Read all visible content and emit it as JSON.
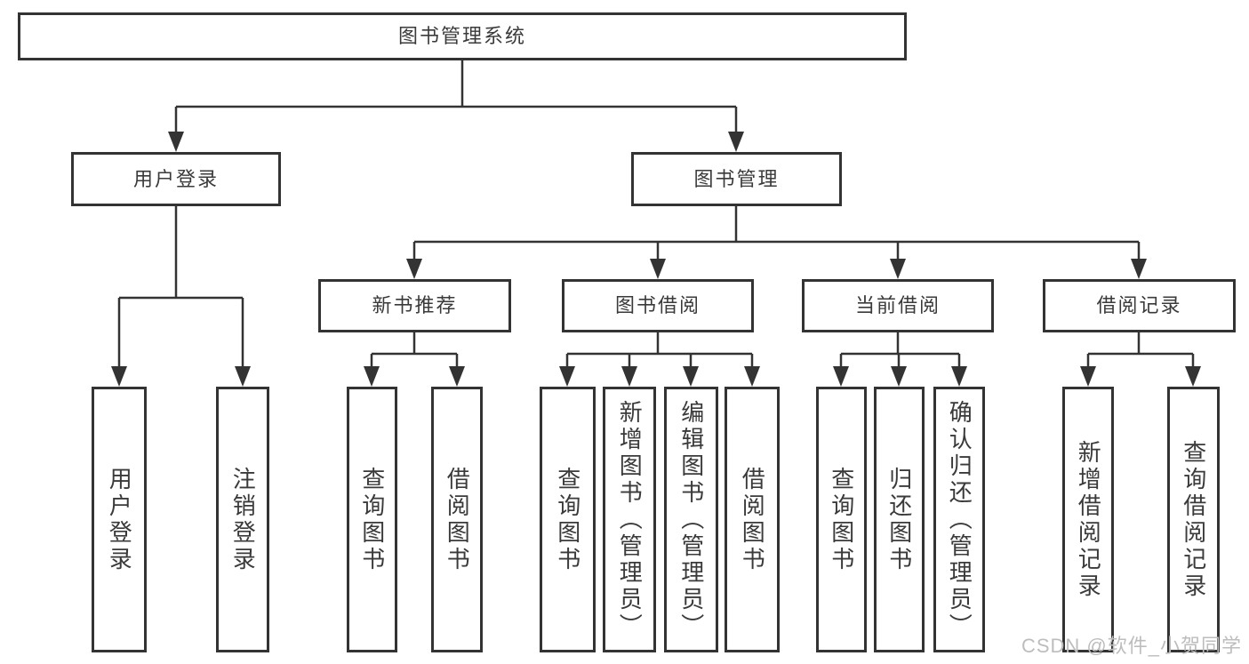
{
  "diagram_title": "图书管理系统",
  "nodes": {
    "root": {
      "label": "图书管理系统"
    },
    "user_login": {
      "label": "用户登录",
      "children": [
        "用户登录",
        "注销登录"
      ]
    },
    "book_mgmt": {
      "label": "图书管理"
    },
    "new_book": {
      "label": "新书推荐",
      "children": [
        "查询图书",
        "借阅图书"
      ]
    },
    "borrow": {
      "label": "图书借阅",
      "children": [
        "查询图书",
        "新增图书（管理员）",
        "编辑图书（管理员）",
        "借阅图书"
      ]
    },
    "current": {
      "label": "当前借阅",
      "children": [
        "查询图书",
        "归还图书",
        "确认归还（管理员）"
      ]
    },
    "records": {
      "label": "借阅记录",
      "children": [
        "新增借阅记录",
        "查询借阅记录"
      ]
    }
  },
  "watermark": {
    "text": "CSDN @软件_小贺同学"
  },
  "colors": {
    "line": "#333333",
    "text": "#3a3a3a",
    "watermark": "#bdbdbd",
    "background": "#ffffff"
  }
}
